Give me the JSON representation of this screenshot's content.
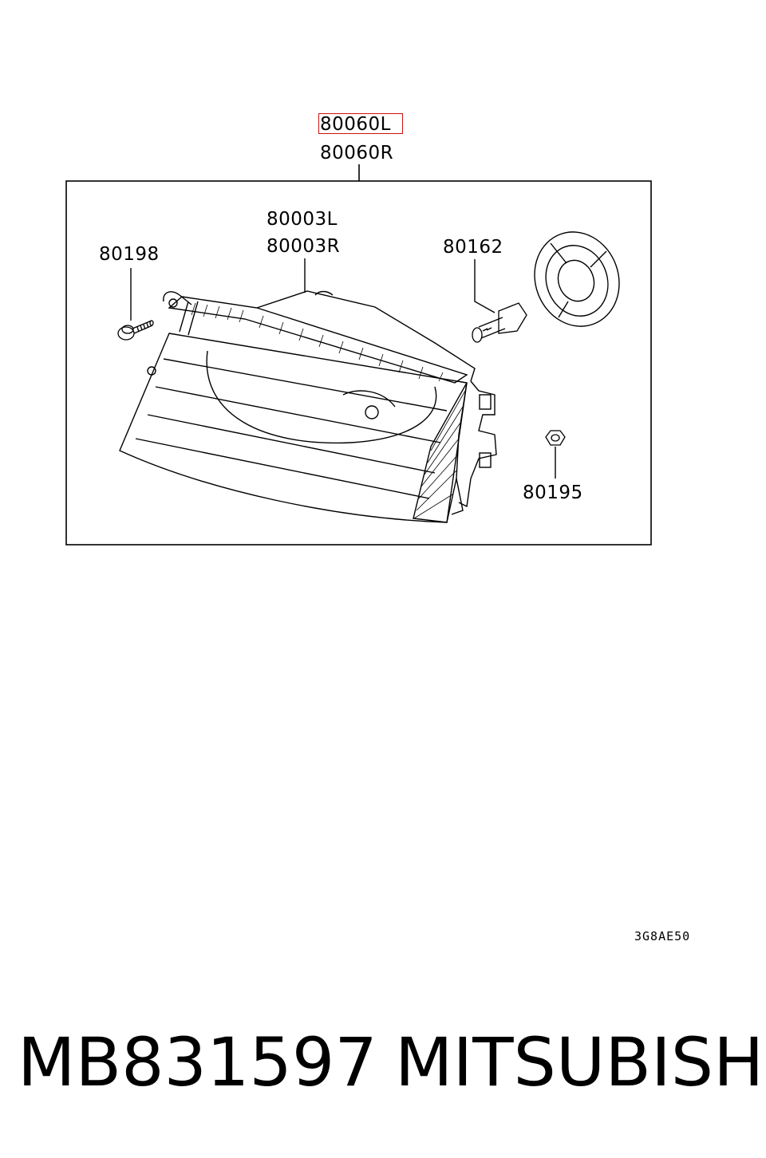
{
  "diagram": {
    "top_callouts": {
      "left_assembly": "80060L",
      "right_assembly": "80060R"
    },
    "parts": {
      "housing_left": "80003L",
      "housing_right": "80003R",
      "screw": "80198",
      "bulb": "80162",
      "nut": "80195"
    },
    "highlighted_part": "80060L",
    "highlight_color": "#d01010",
    "drawing_code": "3G8AE50"
  },
  "footer": {
    "part_number": "MB831597",
    "brand": "MITSUBISHI"
  }
}
